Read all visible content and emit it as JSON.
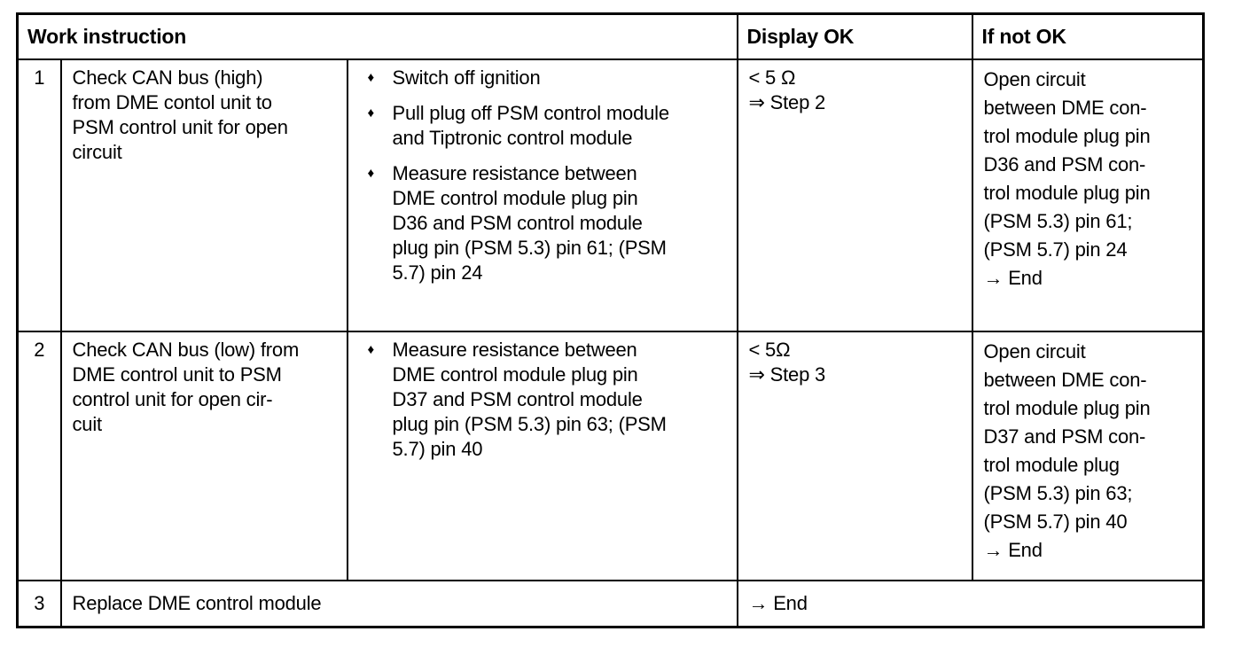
{
  "colors": {
    "text": "#000000",
    "background": "#ffffff",
    "border": "#000000"
  },
  "table": {
    "bullet_marker": "♦",
    "headers": {
      "work_instruction": "Work instruction",
      "display_ok": "Display OK",
      "if_not_ok": "If not OK"
    },
    "rows": [
      {
        "num": "1",
        "instruction_lines": [
          "Check CAN bus (high)",
          "from DME contol unit to",
          "PSM control unit for open",
          "circuit"
        ],
        "bullets": [
          [
            "Switch off ignition"
          ],
          [
            "Pull plug off PSM control module",
            "and Tiptronic control module"
          ],
          [
            "Measure resistance between",
            "DME control module plug pin",
            "D36 and PSM control module",
            "plug pin (PSM 5.3) pin 61; (PSM",
            "5.7) pin 24"
          ]
        ],
        "display_ok_lines": [
          "< 5 Ω",
          "⇒ Step 2"
        ],
        "if_not_ok_lines": [
          "Open circuit",
          "between DME con-",
          "trol module plug pin",
          "D36 and PSM con-",
          "trol module plug pin",
          "(PSM 5.3) pin 61;",
          "(PSM 5.7) pin 24",
          "→ End"
        ]
      },
      {
        "num": "2",
        "instruction_lines": [
          "Check CAN bus (low) from",
          "DME control unit to PSM",
          "control unit for open cir-",
          "cuit"
        ],
        "bullets": [
          [
            "Measure resistance between",
            "DME control module plug pin",
            "D37 and PSM control module",
            "plug pin (PSM 5.3) pin 63; (PSM",
            "5.7) pin 40"
          ]
        ],
        "display_ok_lines": [
          "< 5Ω",
          "⇒ Step 3"
        ],
        "if_not_ok_lines": [
          "Open circuit",
          "between DME con-",
          "trol module plug pin",
          "D37 and PSM con-",
          "trol module plug",
          "(PSM 5.3) pin 63;",
          "(PSM 5.7) pin 40",
          "→ End"
        ]
      },
      {
        "num": "3",
        "instruction": "Replace DME control module",
        "result": "→ End"
      }
    ]
  }
}
